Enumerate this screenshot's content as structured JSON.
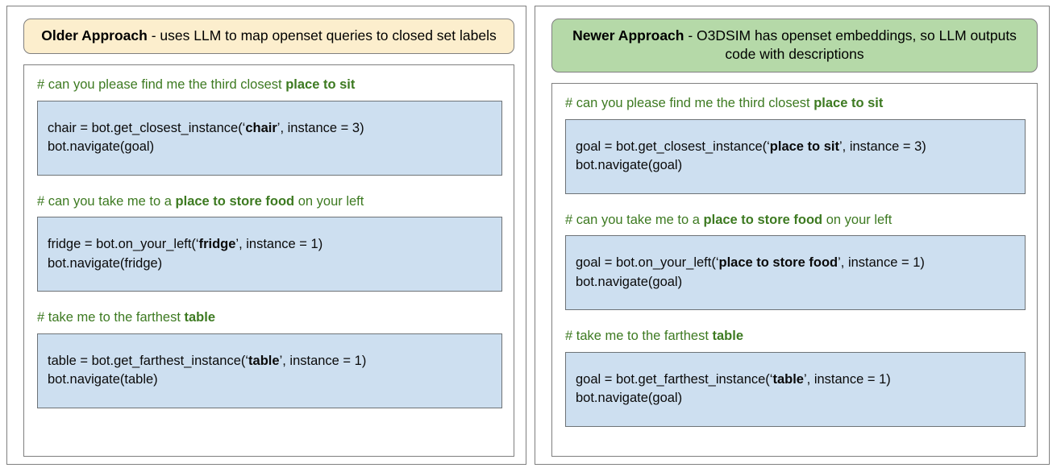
{
  "figure": {
    "title": "Older vs Newer approach code generation comparison",
    "colors": {
      "left_header_fill": "#fceecd",
      "right_header_fill": "#b5d9a8",
      "code_fill": "#cddff0",
      "code_border": "#6e7377",
      "panel_border": "#7f7f7f",
      "comment_text": "#3d7a21"
    }
  },
  "left": {
    "header": {
      "bold": "Older Approach",
      "rest": " - uses LLM to map openset queries to closed set labels"
    },
    "blocks": [
      {
        "comment": {
          "prefix": "# can you please find me the third closest ",
          "bold": "place to sit",
          "suffix": ""
        },
        "code": {
          "line1_prefix": "chair = bot.get_closest_instance(‘",
          "line1_bold": "chair",
          "line1_suffix": "’, instance = 3)",
          "line2": "bot.navigate(goal)"
        }
      },
      {
        "comment": {
          "prefix": "# can you take me to a ",
          "bold": "place to store food",
          "suffix": " on your left"
        },
        "code": {
          "line1_prefix": "fridge = bot.on_your_left(‘",
          "line1_bold": "fridge",
          "line1_suffix": "’, instance = 1)",
          "line2": "bot.navigate(fridge)"
        }
      },
      {
        "comment": {
          "prefix": "# take me to the farthest ",
          "bold": "table",
          "suffix": ""
        },
        "code": {
          "line1_prefix": "table = bot.get_farthest_instance(‘",
          "line1_bold": "table",
          "line1_suffix": "’, instance = 1)",
          "line2": "bot.navigate(table)"
        }
      }
    ]
  },
  "right": {
    "header": {
      "bold": "Newer Approach",
      "rest": " - O3DSIM has openset embeddings, so LLM outputs code with descriptions"
    },
    "blocks": [
      {
        "comment": {
          "prefix": "# can you please find me the third closest ",
          "bold": "place to sit",
          "suffix": ""
        },
        "code": {
          "line1_prefix": "goal = bot.get_closest_instance(‘",
          "line1_bold": "place to sit",
          "line1_suffix": "’, instance = 3)",
          "line2": "bot.navigate(goal)"
        }
      },
      {
        "comment": {
          "prefix": "# can you take me to a ",
          "bold": "place to store food",
          "suffix": " on your left"
        },
        "code": {
          "line1_prefix": "goal = bot.on_your_left(‘",
          "line1_bold": "place to store food",
          "line1_suffix": "’, instance = 1)",
          "line2": "bot.navigate(goal)"
        }
      },
      {
        "comment": {
          "prefix": "# take me to the farthest ",
          "bold": "table",
          "suffix": ""
        },
        "code": {
          "line1_prefix": "goal = bot.get_farthest_instance(‘",
          "line1_bold": "table",
          "line1_suffix": "’, instance = 1)",
          "line2": "bot.navigate(goal)"
        }
      }
    ]
  }
}
